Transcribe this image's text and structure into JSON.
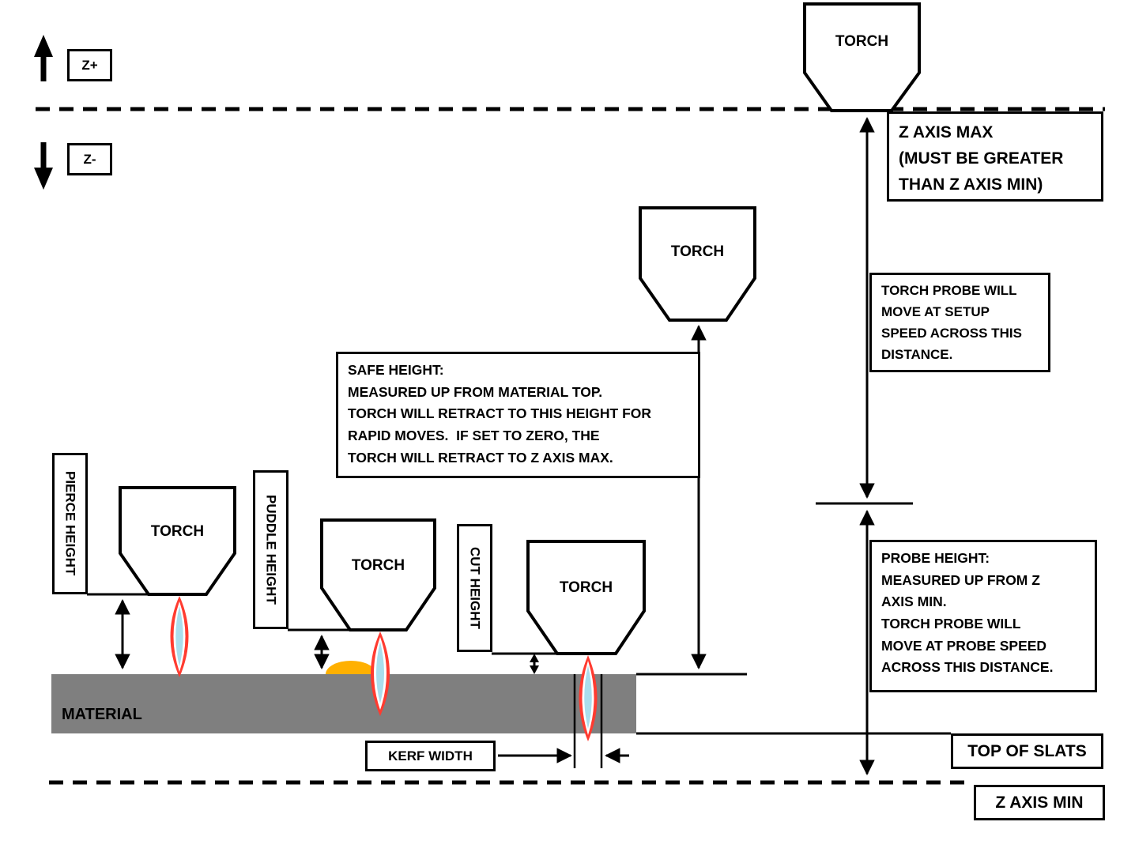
{
  "axis_labels": {
    "z_plus": "Z+",
    "z_minus": "Z-"
  },
  "torches": {
    "label": "TORCH"
  },
  "callouts": {
    "z_axis_max": "Z AXIS MAX\n(MUST BE GREATER\nTHAN Z AXIS MIN)",
    "setup_speed": "TORCH PROBE WILL\nMOVE AT SETUP\nSPEED ACROSS THIS\nDISTANCE.",
    "safe_height": "SAFE HEIGHT:\nMEASURED UP FROM MATERIAL TOP.\nTORCH WILL RETRACT TO THIS HEIGHT FOR\nRAPID MOVES.  IF SET TO ZERO, THE\nTORCH WILL RETRACT TO Z AXIS MAX.",
    "probe_height": "PROBE HEIGHT:\nMEASURED UP FROM Z\nAXIS MIN.\nTORCH PROBE WILL\nMOVE AT PROBE SPEED\nACROSS THIS DISTANCE.",
    "top_of_slats": "TOP OF SLATS",
    "z_axis_min": "Z AXIS MIN"
  },
  "height_labels": {
    "pierce": "PIERCE HEIGHT",
    "puddle": "PUDDLE HEIGHT",
    "cut": "CUT HEIGHT",
    "kerf": "KERF WIDTH"
  },
  "material_label": "MATERIAL",
  "colors": {
    "material": "#7f7f7f",
    "flame_outer": "#ff3b30",
    "flame_mid": "#ffffff",
    "flame_core": "#aadeed",
    "puddle": "#ffb000",
    "line": "#000000"
  }
}
